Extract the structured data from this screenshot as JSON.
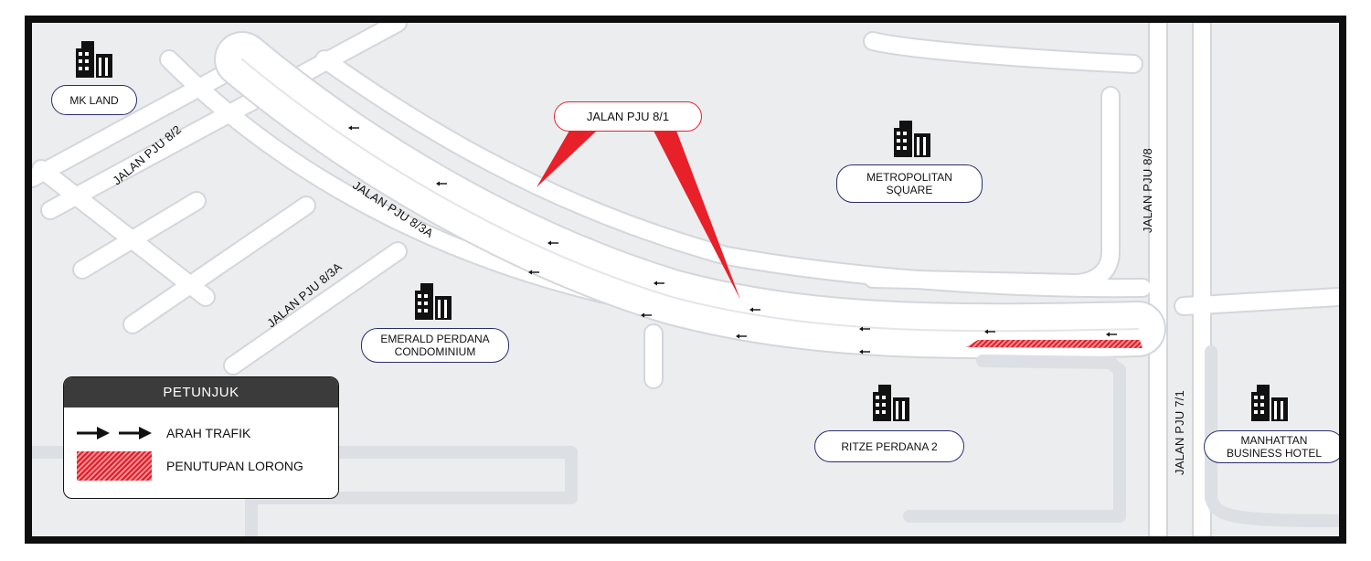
{
  "map": {
    "colors": {
      "background": "#ecedef",
      "road": "#ffffff",
      "road_edge": "#d7d9de",
      "pill_border": "#2a2d6e",
      "callout_red": "#e8202a",
      "closure_red": "#e01e28",
      "frame": "#0e0e0e"
    },
    "callout_label": "JALAN PJU 8/1",
    "road_labels": {
      "pju82": "JALAN PJU 8/2",
      "pju83a_upper": "JALAN PJU 8/3A",
      "pju83a_lower": "JALAN PJU 8/3A",
      "pju88": "JALAN PJU 8/8",
      "pju71": "JALAN PJU 7/1"
    },
    "places": {
      "mkland": "MK LAND",
      "metro_1": "METROPOLITAN",
      "metro_2": "SQUARE",
      "emerald_1": "EMERALD PERDANA",
      "emerald_2": "CONDOMINIUM",
      "ritze": "RITZE PERDANA 2",
      "manhattan_1": "MANHATTAN",
      "manhattan_2": "BUSINESS HOTEL"
    },
    "icons": {
      "building": "building-icon",
      "traffic_arrow": "arrow-left-icon",
      "closure": "lane-closure-hatch"
    }
  },
  "legend": {
    "title": "PETUNJUK",
    "items": [
      {
        "label": "ARAH TRAFIK",
        "icon": "arrow-right-icon"
      },
      {
        "label": "PENUTUPAN LORONG",
        "icon": "hatch-swatch"
      }
    ]
  }
}
